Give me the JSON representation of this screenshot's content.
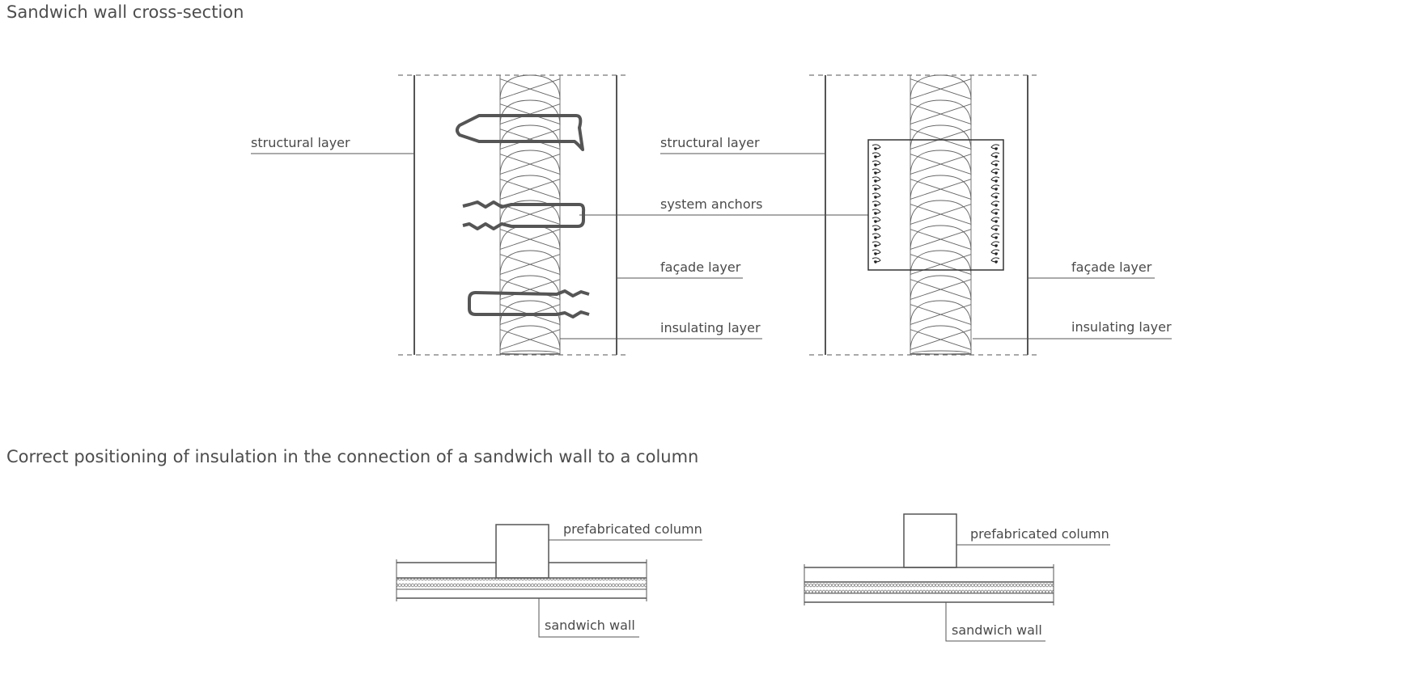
{
  "section1": {
    "title": "Sandwich wall cross-section",
    "left": {
      "structural": "structural layer",
      "anchors": "system anchors",
      "facade": "façade layer",
      "insulating": "insulating layer"
    },
    "right": {
      "structural": "structural layer",
      "facade": "façade layer",
      "insulating": "insulating layer"
    }
  },
  "section2": {
    "title": "Correct positioning of insulation in the connection of a sandwich wall to a column",
    "left": {
      "column": "prefabricated column",
      "wall": "sandwich wall"
    },
    "right": {
      "column": "prefabricated column",
      "wall": "sandwich wall"
    }
  },
  "colors": {
    "line": "#555555",
    "anchor": "#505050",
    "text": "#4a4a4a"
  }
}
